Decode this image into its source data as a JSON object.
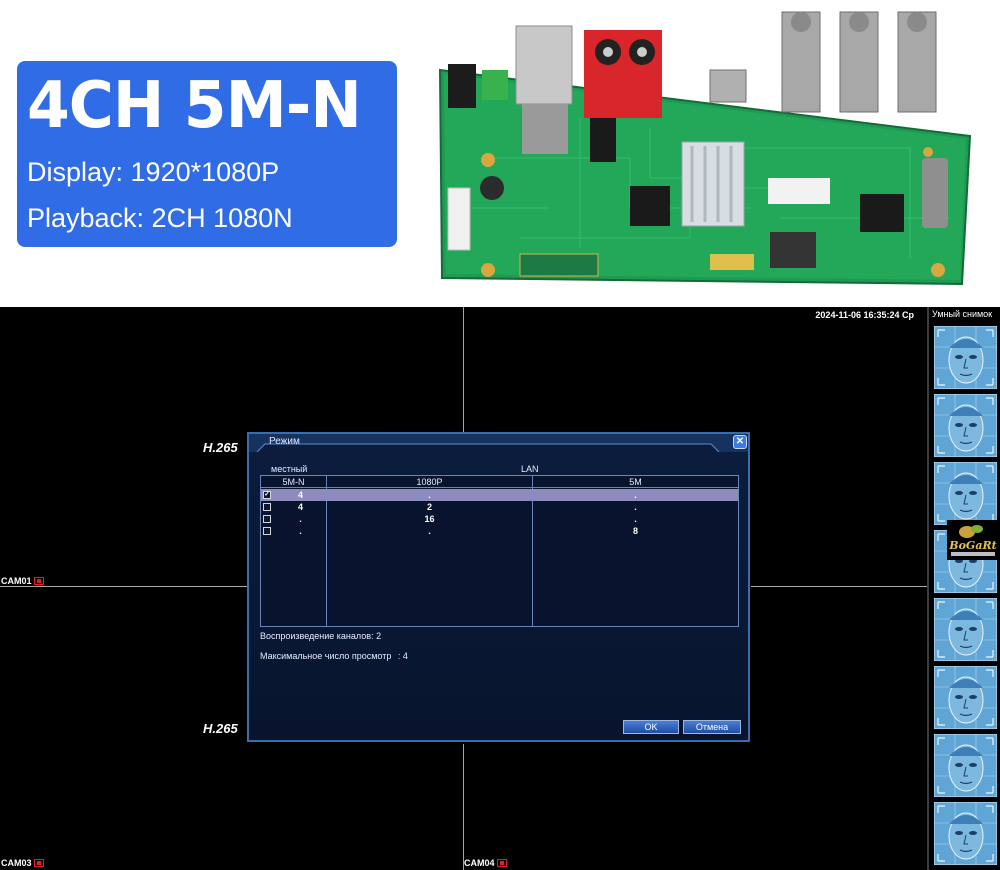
{
  "banner": {
    "title": "4CH 5M-N",
    "display": "Display: 1920*1080P",
    "playback": "Playback: 2CH 1080N",
    "accent_color": "#2f6ce6"
  },
  "dvr": {
    "timestamp": "2024-11-06 16:35:24 Ср",
    "codecs": [
      "H.265",
      "H.265"
    ],
    "cameras": [
      "CAM01",
      "CAM03",
      "CAM04"
    ],
    "snapshot_title": "Умный снимок",
    "logo": "BoGaRt"
  },
  "dialog": {
    "title": "Режим",
    "local_header": "местный",
    "lan_header": "LAN",
    "columns": [
      "5M-N",
      "1080P",
      "5M"
    ],
    "rows": [
      {
        "checked": true,
        "cells": [
          "4",
          ".",
          "."
        ]
      },
      {
        "checked": false,
        "cells": [
          "4",
          "2",
          "."
        ]
      },
      {
        "checked": false,
        "cells": [
          ".",
          "16",
          "."
        ]
      },
      {
        "checked": false,
        "cells": [
          ".",
          ".",
          "8"
        ]
      }
    ],
    "playback_label": "Воспроизведение каналов:",
    "playback_value": "2",
    "preview_label": "Максимальное число просмотр",
    "preview_value": ": 4",
    "ok_label": "OK",
    "cancel_label": "Отмена"
  }
}
